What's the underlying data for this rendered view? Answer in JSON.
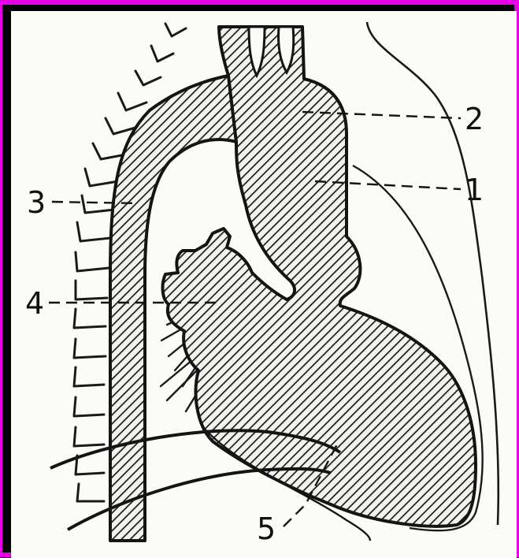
{
  "colors": {
    "frame": "#e800e8",
    "background": "#000000",
    "paper": "#fbfbf8",
    "ink": "#141414"
  },
  "labels": [
    {
      "id": "1",
      "text": "1"
    },
    {
      "id": "2",
      "text": "2"
    },
    {
      "id": "3",
      "text": "3"
    },
    {
      "id": "4",
      "text": "4"
    },
    {
      "id": "5",
      "text": "5"
    }
  ]
}
